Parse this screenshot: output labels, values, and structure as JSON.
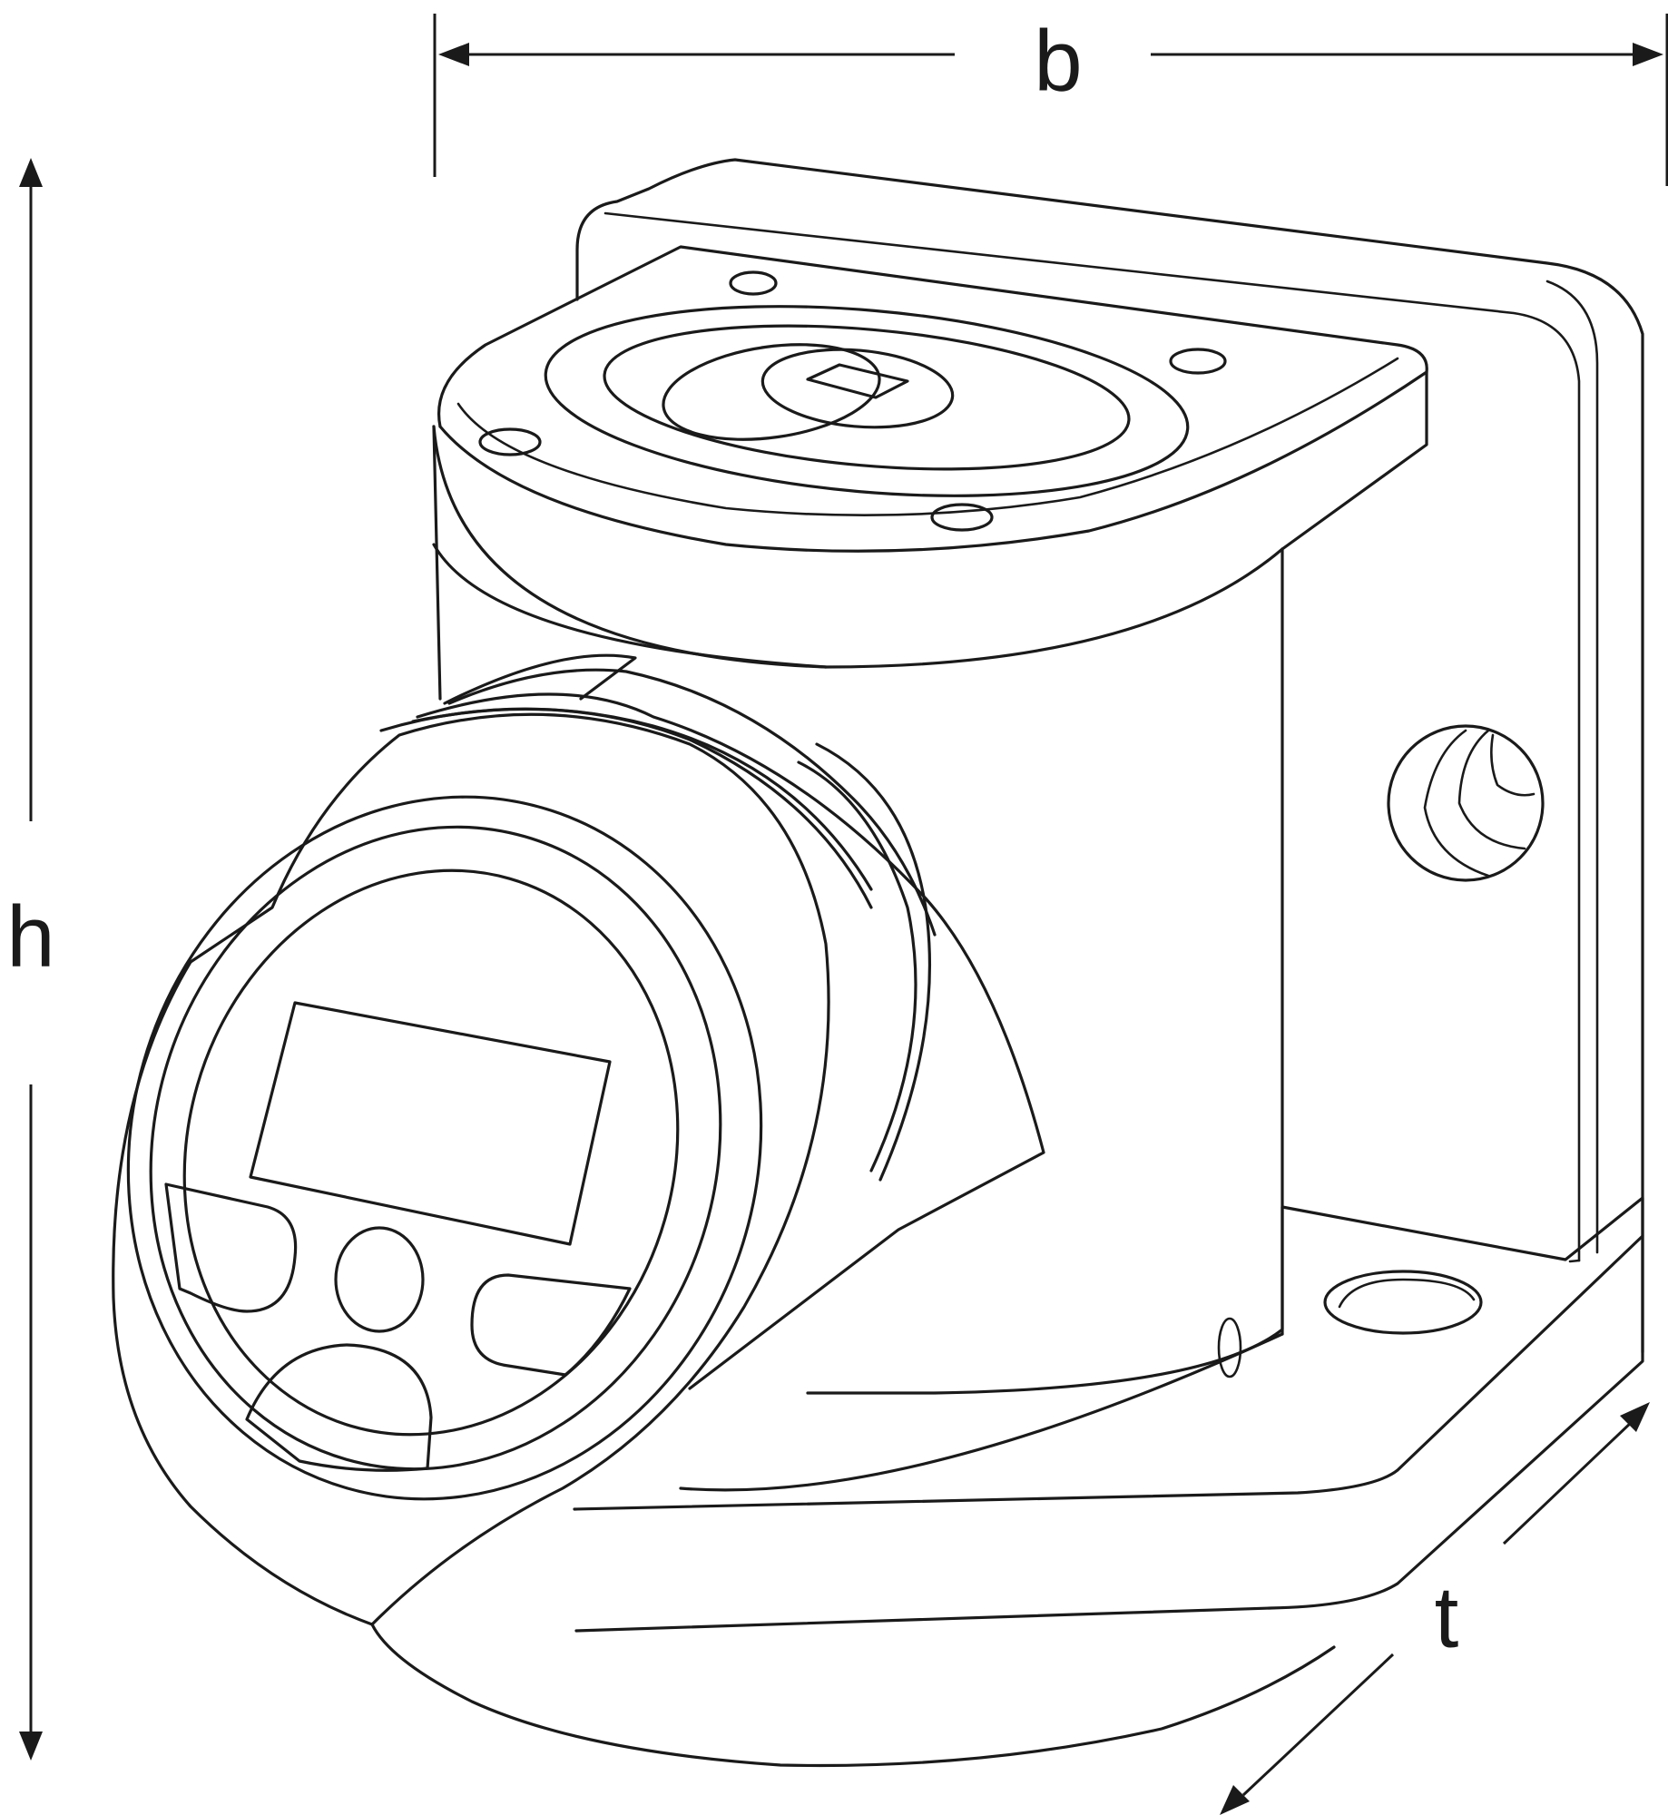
{
  "dimensions": {
    "width_label": "b",
    "height_label": "h",
    "depth_label": "t"
  },
  "colors": {
    "line": "#1a1a1a",
    "background": "#ffffff"
  }
}
